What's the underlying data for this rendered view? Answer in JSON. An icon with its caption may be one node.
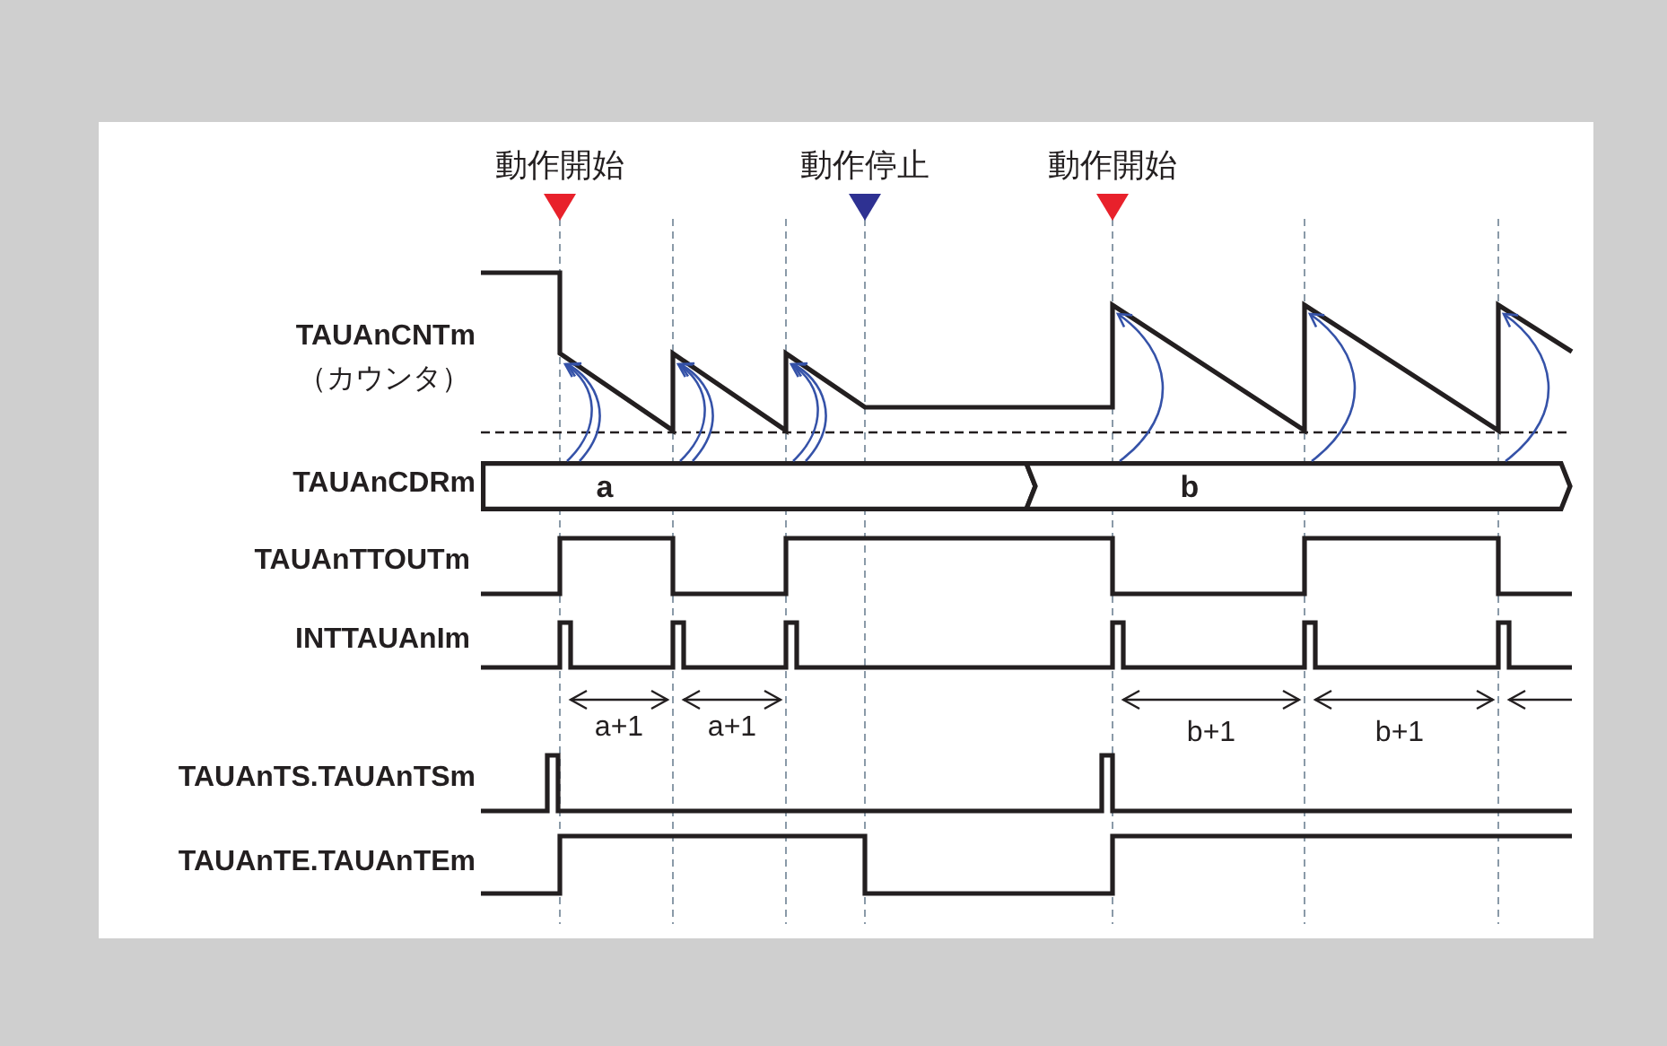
{
  "diagram": {
    "nodes": [
      {
        "text": [
          "a"
        ]
      },
      {
        "text": [
          "b"
        ]
      }
    ],
    "edges": [
      {
        "from": 0,
        "to": null,
        "arrow": "to"
      },
      {
        "from": 0,
        "to": null,
        "arrow": "to"
      },
      {
        "from": 0,
        "to": null,
        "arrow": "to"
      },
      {
        "from": 0,
        "to": null,
        "arrow": "to"
      },
      {
        "from": 0,
        "to": null,
        "arrow": "to"
      },
      {
        "from": 0,
        "to": null,
        "arrow": "to"
      },
      {
        "from": 1,
        "to": null,
        "arrow": "to"
      },
      {
        "from": 1,
        "to": null,
        "arrow": "to"
      },
      {
        "from": 1,
        "to": null,
        "arrow": "to"
      }
    ],
    "labels": [
      "動作開始",
      "動作停止",
      "動作開始",
      "TAUAnCNTm",
      "（カウンタ）",
      "TAUAnCDRm",
      "TAUAnTTOUTm",
      "INTTAUAnIm",
      "a+1",
      "a+1",
      "b+1",
      "b+1",
      "TAUAnTS.TAUAnTSm",
      "TAUAnTE.TAUAnTEm"
    ]
  }
}
